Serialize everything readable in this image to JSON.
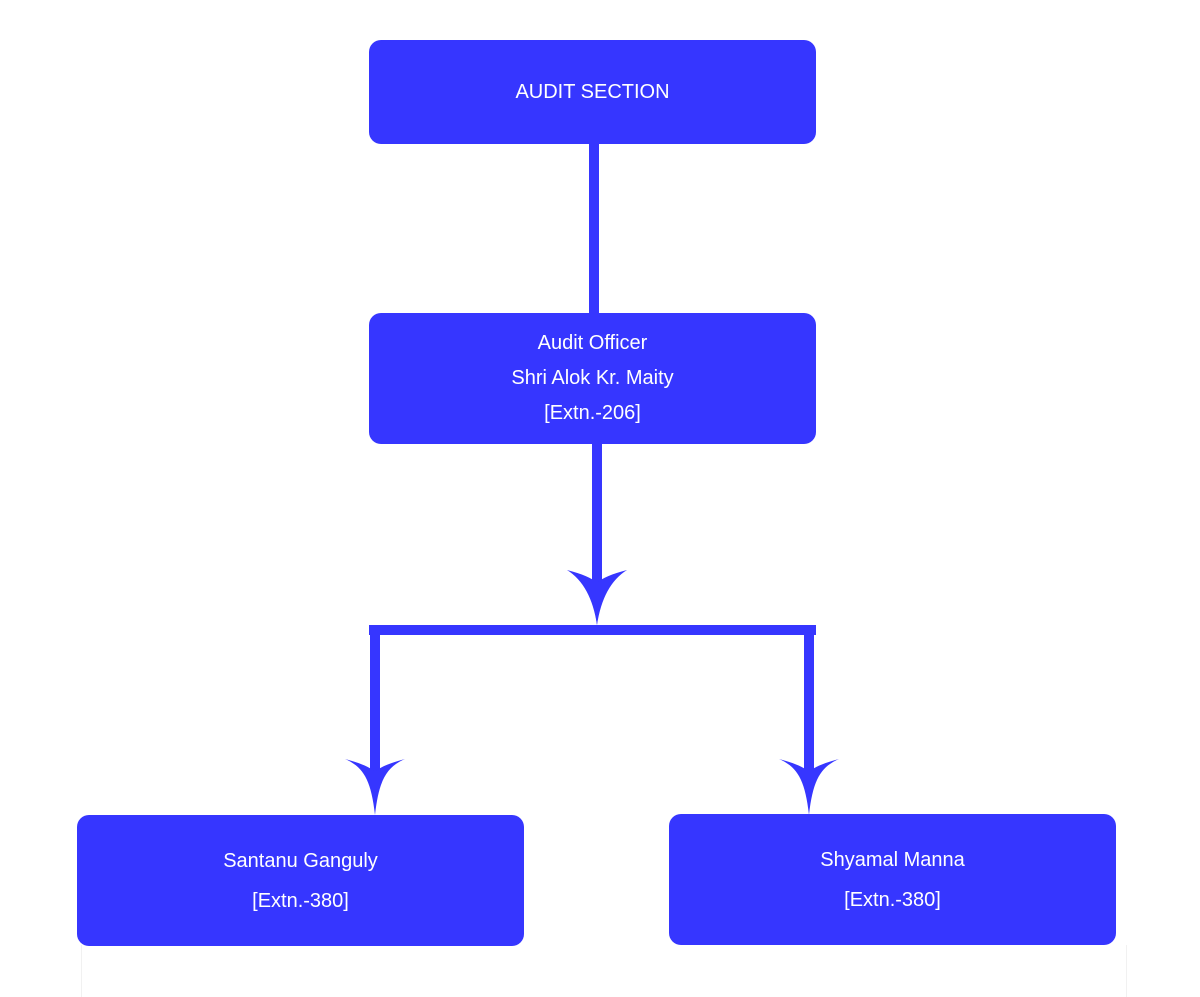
{
  "colors": {
    "node_fill": "#3636ff",
    "node_text": "#ffffff",
    "connector": "#3636ff",
    "background": "#ffffff"
  },
  "nodes": {
    "audit_section": {
      "title": "AUDIT SECTION"
    },
    "audit_officer": {
      "role": "Audit Officer",
      "name": "Shri Alok Kr. Maity",
      "extension": "[Extn.-206]"
    },
    "staff": [
      {
        "name": "Santanu Ganguly",
        "extension": "[Extn.-380]"
      },
      {
        "name": "Shyamal Manna",
        "extension": "[Extn.-380]"
      }
    ]
  }
}
